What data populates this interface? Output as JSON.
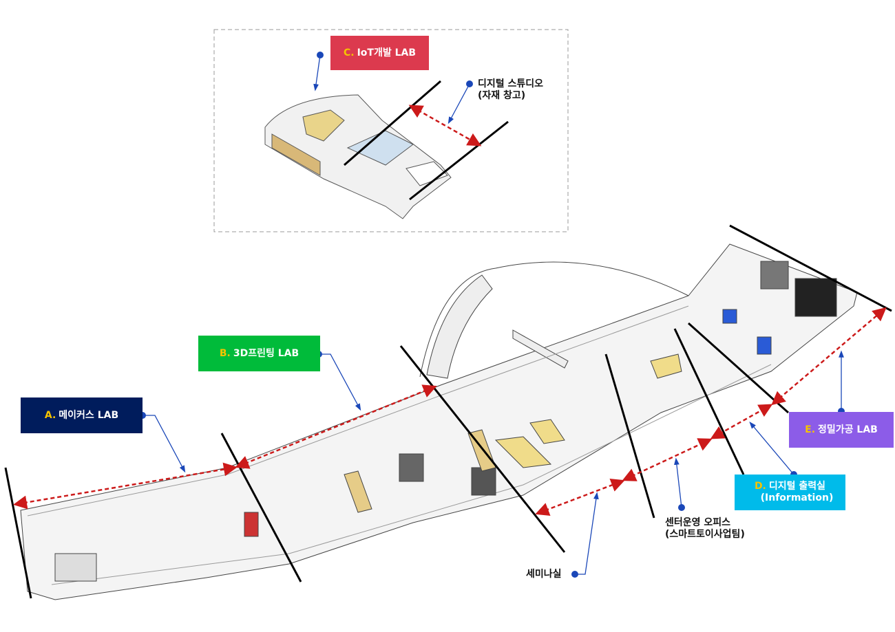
{
  "labels": {
    "a": {
      "letter": "A.",
      "name": "메이커스 LAB",
      "color": "#001c5c"
    },
    "b": {
      "letter": "B.",
      "name": "3D프린팅 LAB",
      "color": "#00bb3a"
    },
    "c": {
      "letter": "C.",
      "name": "IoT개발 LAB",
      "color": "#dc3a4e"
    },
    "d": {
      "letter": "D.",
      "name": "디지털 출력실",
      "sub": "(Information)",
      "color": "#00bbea"
    },
    "e": {
      "letter": "E.",
      "name": "정밀가공 LAB",
      "color": "#8c5ce8"
    },
    "studio": {
      "line1": "디지털 스튜디오",
      "line2": "(자재 창고)"
    },
    "office": {
      "line1": "센터운영 오피스",
      "line2": "(스마트토이사업팀)"
    },
    "seminar": {
      "line1": "세미나실"
    }
  },
  "colors": {
    "connector": "#1a47b8",
    "dimension": "#cc1a1a",
    "divider": "#000000"
  }
}
